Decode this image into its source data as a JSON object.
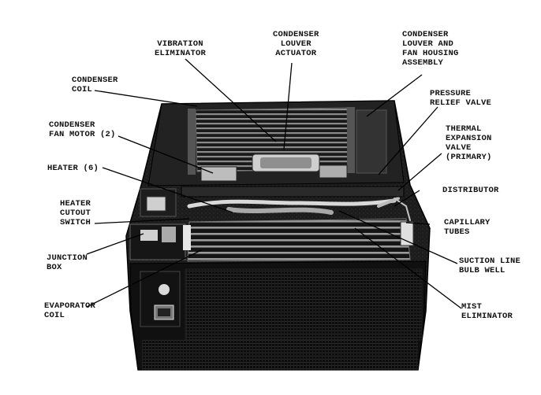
{
  "labels": {
    "vibration_eliminator": "VIBRATION\nELIMINATOR",
    "condenser_louver_actuator": "CONDENSER\nLOUVER\nACTUATOR",
    "condenser_louver_fan_housing": "CONDENSER\nLOUVER AND\nFAN HOUSING\nASSEMBLY",
    "condenser_coil": "CONDENSER\nCOIL",
    "pressure_relief_valve": "PRESSURE\nRELIEF VALVE",
    "condenser_fan_motor": "CONDENSER\nFAN MOTOR (2)",
    "thermal_expansion_valve": "THERMAL\nEXPANSION\nVALVE\n(PRIMARY)",
    "heater": "HEATER (6)",
    "distributor": "DISTRIBUTOR",
    "heater_cutout_switch": "HEATER\nCUTOUT\nSWITCH",
    "capillary_tubes": "CAPILLARY\nTUBES",
    "junction_box": "JUNCTION\nBOX",
    "suction_line_bulb_well": "SUCTION LINE\nBULB WELL",
    "evaporator_coil": "EVAPORATOR\nCOIL",
    "mist_eliminator": "MIST\nELIMINATOR"
  }
}
